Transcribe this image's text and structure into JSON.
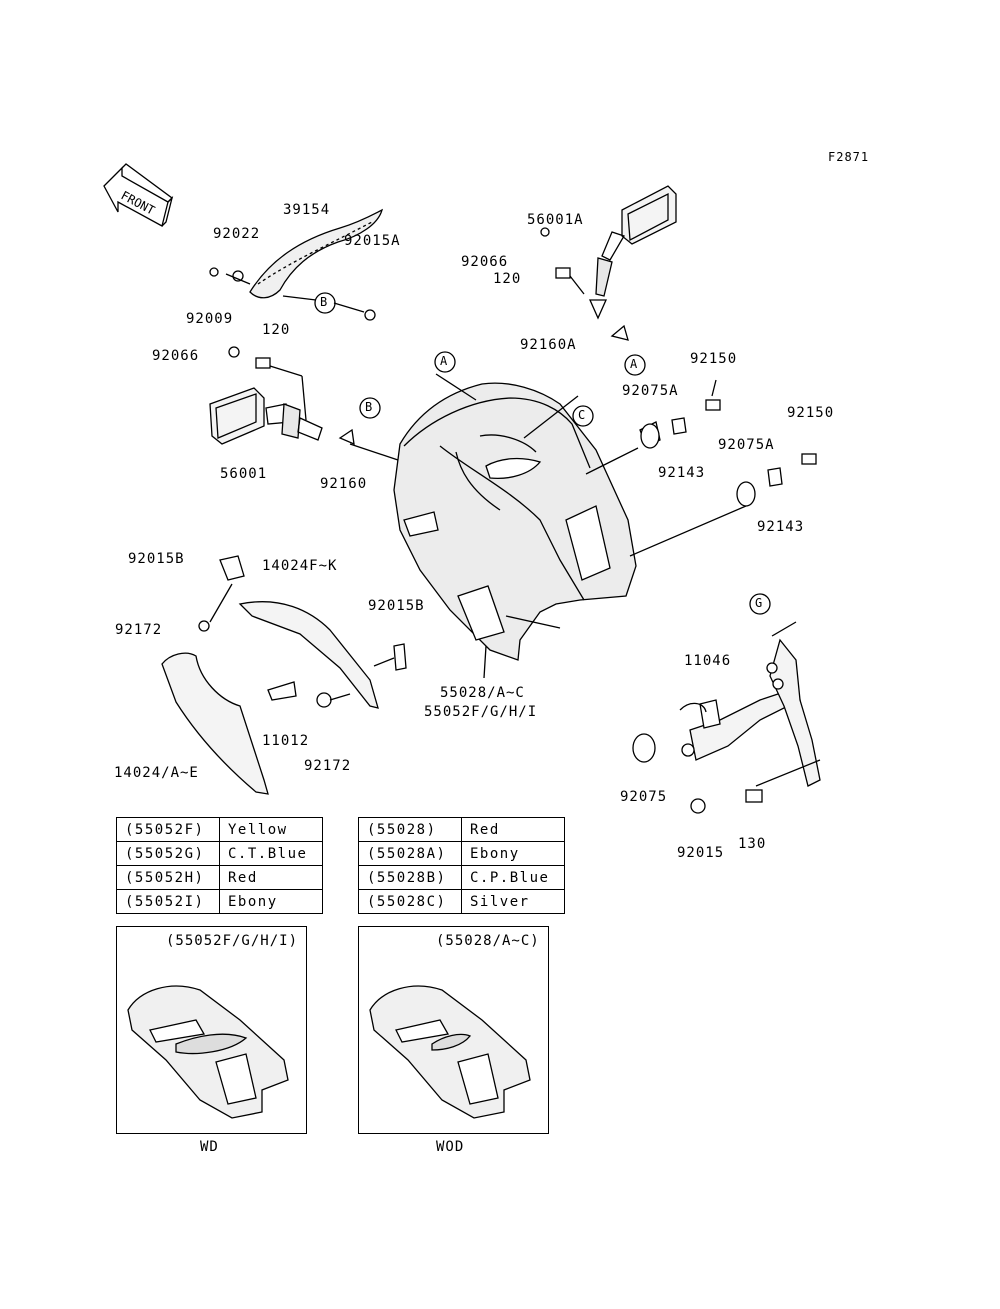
{
  "figure_code": "F2871",
  "front_label": "FRONT",
  "callouts": [
    {
      "id": "callout-A-1",
      "letter": "A"
    },
    {
      "id": "callout-A-2",
      "letter": "A"
    },
    {
      "id": "callout-B-1",
      "letter": "B"
    },
    {
      "id": "callout-B-2",
      "letter": "B"
    },
    {
      "id": "callout-C",
      "letter": "C"
    },
    {
      "id": "callout-G",
      "letter": "G"
    }
  ],
  "parts": {
    "p39154": "39154",
    "p92022": "92022",
    "p92015A": "92015A",
    "p92009": "92009",
    "p56001A": "56001A",
    "p92066_r": "92066",
    "p120_r": "120",
    "p92160A": "92160A",
    "p120_l": "120",
    "p92066_l": "92066",
    "p56001": "56001",
    "p92160": "92160",
    "p92150_1": "92150",
    "p92075A_1": "92075A",
    "p92143_1": "92143",
    "p92150_2": "92150",
    "p92075A_2": "92075A",
    "p92143_2": "92143",
    "p92015B_1": "92015B",
    "p14024FK": "14024F~K",
    "p92172_1": "92172",
    "p92015B_2": "92015B",
    "p55028": "55028/A~C",
    "p55052": "55052F/G/H/I",
    "p11012": "11012",
    "p92172_2": "92172",
    "p14024AE": "14024/A~E",
    "p11046": "11046",
    "p92075": "92075",
    "p92015": "92015",
    "p130": "130"
  },
  "color_table_left": [
    {
      "code": "(55052F)",
      "color": "Yellow"
    },
    {
      "code": "(55052G)",
      "color": "C.T.Blue"
    },
    {
      "code": "(55052H)",
      "color": "Red"
    },
    {
      "code": "(55052I)",
      "color": "Ebony"
    }
  ],
  "color_table_right": [
    {
      "code": "(55028)",
      "color": "Red"
    },
    {
      "code": "(55028A)",
      "color": "Ebony"
    },
    {
      "code": "(55028B)",
      "color": "C.P.Blue"
    },
    {
      "code": "(55028C)",
      "color": "Silver"
    }
  ],
  "variant_left": {
    "caption": "(55052F/G/H/I)",
    "label": "WD"
  },
  "variant_right": {
    "caption": "(55028/A~C)",
    "label": "WOD"
  }
}
